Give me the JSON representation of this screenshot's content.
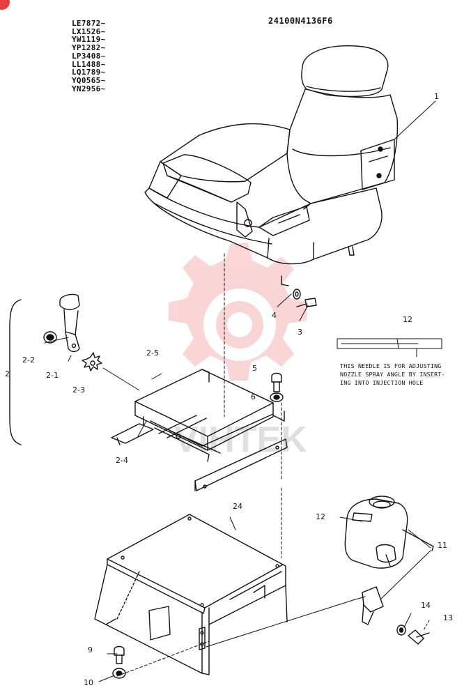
{
  "header": {
    "serials": [
      "LE7872~",
      "LX1526~",
      "YW1119~",
      "YP1282~",
      "LP3408~",
      "LL1488~",
      "LQ1789~",
      "YQ0565~",
      "YN2956~"
    ],
    "reference": "24100N4136F6"
  },
  "labels": {
    "p1": "1",
    "p2": "2",
    "p2_1": "2-1",
    "p2_2": "2-2",
    "p2_3": "2-3",
    "p2_4": "2-4",
    "p2_5": "2-5",
    "p3": "3",
    "p4": "4",
    "p5": "5",
    "p6": "6",
    "p9": "9",
    "p10": "10",
    "p11": "11",
    "p12_label": "12",
    "p12_tank": "12",
    "p13": "13",
    "p14": "14",
    "p24": "24"
  },
  "label12_text": {
    "line1": "THIS NEEDLE IS FOR ADJUSTING",
    "line2": "NOZZLE SPRAY ANGLE BY INSERT-",
    "line3": "ING INTO INJECTION HOLE"
  },
  "watermark_text": "VIHTEK",
  "colors": {
    "watermark": "#f5b6b4",
    "badge": "#e8413c",
    "ink": "#111111"
  }
}
